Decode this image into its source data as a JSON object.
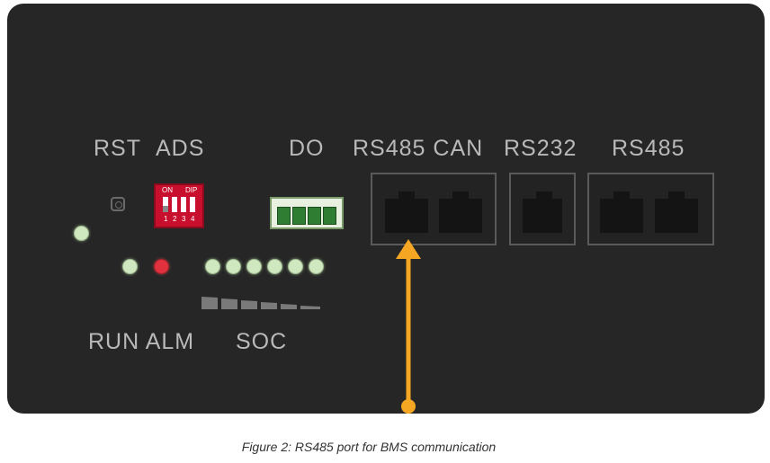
{
  "labels": {
    "rst": "RST",
    "ads": "ADS",
    "do": "DO",
    "rs485_can": "RS485 CAN",
    "rs232": "RS232",
    "rs485": "RS485",
    "run_alm": "RUN ALM",
    "soc": "SOC"
  },
  "dip_switch": {
    "on": "ON",
    "dip": "DIP",
    "numbers": [
      "1",
      "2",
      "3",
      "4"
    ]
  },
  "colors": {
    "panel": "#262626",
    "arrow": "#f5a623",
    "led_green": "#cfe8bf",
    "led_red": "#e0323e",
    "dip_red": "#c8102e"
  },
  "caption": "Figure 2: RS485 port for BMS communication"
}
